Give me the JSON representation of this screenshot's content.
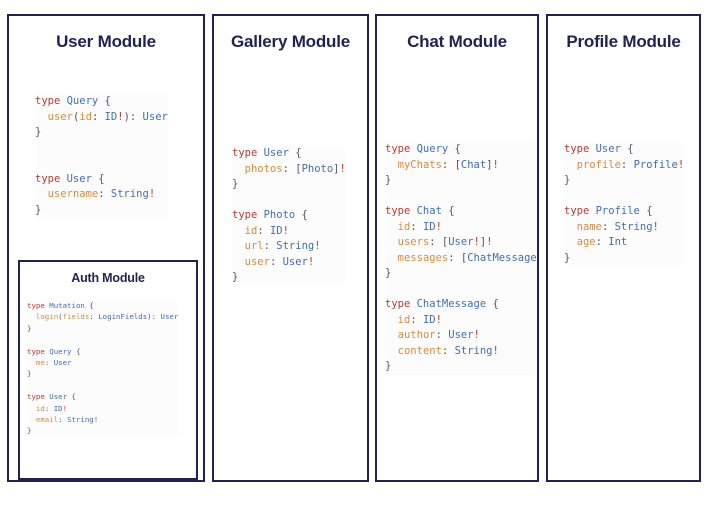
{
  "diagram": {
    "type": "graphql-schema-module-cards",
    "background_color": "#ffffff",
    "border_color": "#1f2257",
    "title_color": "#1f2257",
    "syntax_colors": {
      "keyword": "#c0392b",
      "type_name": "#3f6fb5",
      "field_name": "#d98a3a",
      "punctuation": "#555560",
      "non_null_bang": "#c0392b"
    }
  },
  "cards": {
    "user": {
      "title": "User Module",
      "code_lines": [
        [
          {
            "t": "type ",
            "c": "kw"
          },
          {
            "t": "Query",
            "c": "type"
          },
          {
            "t": " {",
            "c": "punc"
          }
        ],
        [
          {
            "t": "  ",
            "c": "punc"
          },
          {
            "t": "user",
            "c": "field"
          },
          {
            "t": "(",
            "c": "punc"
          },
          {
            "t": "id",
            "c": "field"
          },
          {
            "t": ": ",
            "c": "punc"
          },
          {
            "t": "ID",
            "c": "type"
          },
          {
            "t": "!",
            "c": "bang"
          },
          {
            "t": "): ",
            "c": "punc"
          },
          {
            "t": "User",
            "c": "type"
          }
        ],
        [
          {
            "t": "}",
            "c": "punc"
          }
        ],
        [],
        [],
        [
          {
            "t": "type ",
            "c": "kw"
          },
          {
            "t": "User",
            "c": "type"
          },
          {
            "t": " {",
            "c": "punc"
          }
        ],
        [
          {
            "t": "  ",
            "c": "punc"
          },
          {
            "t": "username",
            "c": "field"
          },
          {
            "t": ": ",
            "c": "punc"
          },
          {
            "t": "String",
            "c": "type"
          },
          {
            "t": "!",
            "c": "bang"
          }
        ],
        [
          {
            "t": "}",
            "c": "punc"
          }
        ]
      ],
      "plain_code": "type Query {\n  user(id: ID!): User\n}\n\n\ntype User {\n  username: String!\n}"
    },
    "auth": {
      "title": "Auth Module",
      "code_lines": [
        [
          {
            "t": "type ",
            "c": "kw"
          },
          {
            "t": "Mutation",
            "c": "type"
          },
          {
            "t": " {",
            "c": "punc"
          }
        ],
        [
          {
            "t": "  ",
            "c": "punc"
          },
          {
            "t": "login",
            "c": "field"
          },
          {
            "t": "(",
            "c": "punc"
          },
          {
            "t": "fields",
            "c": "field"
          },
          {
            "t": ": ",
            "c": "punc"
          },
          {
            "t": "LoginFields",
            "c": "type"
          },
          {
            "t": "): ",
            "c": "punc"
          },
          {
            "t": "User",
            "c": "type"
          }
        ],
        [
          {
            "t": "}",
            "c": "punc"
          }
        ],
        [],
        [
          {
            "t": "type ",
            "c": "kw"
          },
          {
            "t": "Query",
            "c": "type"
          },
          {
            "t": " {",
            "c": "punc"
          }
        ],
        [
          {
            "t": "  ",
            "c": "punc"
          },
          {
            "t": "me",
            "c": "field"
          },
          {
            "t": ": ",
            "c": "punc"
          },
          {
            "t": "User",
            "c": "type"
          }
        ],
        [
          {
            "t": "}",
            "c": "punc"
          }
        ],
        [],
        [
          {
            "t": "type ",
            "c": "kw"
          },
          {
            "t": "User",
            "c": "type"
          },
          {
            "t": " {",
            "c": "punc"
          }
        ],
        [
          {
            "t": "  ",
            "c": "punc"
          },
          {
            "t": "id",
            "c": "field"
          },
          {
            "t": ": ",
            "c": "punc"
          },
          {
            "t": "ID",
            "c": "type"
          },
          {
            "t": "!",
            "c": "bang"
          }
        ],
        [
          {
            "t": "  ",
            "c": "punc"
          },
          {
            "t": "email",
            "c": "field"
          },
          {
            "t": ": ",
            "c": "punc"
          },
          {
            "t": "String",
            "c": "type"
          },
          {
            "t": "!",
            "c": "bang"
          }
        ],
        [
          {
            "t": "}",
            "c": "punc"
          }
        ]
      ],
      "plain_code": "type Mutation {\n  login(fields: LoginFields): User\n}\n\ntype Query {\n  me: User\n}\n\ntype User {\n  id: ID!\n  email: String!\n}"
    },
    "gallery": {
      "title": "Gallery Module",
      "code_lines": [
        [
          {
            "t": "type ",
            "c": "kw"
          },
          {
            "t": "User",
            "c": "type"
          },
          {
            "t": " {",
            "c": "punc"
          }
        ],
        [
          {
            "t": "  ",
            "c": "punc"
          },
          {
            "t": "photos",
            "c": "field"
          },
          {
            "t": ": [",
            "c": "punc"
          },
          {
            "t": "Photo",
            "c": "type"
          },
          {
            "t": "]",
            "c": "punc"
          },
          {
            "t": "!",
            "c": "bang"
          }
        ],
        [
          {
            "t": "}",
            "c": "punc"
          }
        ],
        [],
        [
          {
            "t": "type ",
            "c": "kw"
          },
          {
            "t": "Photo",
            "c": "type"
          },
          {
            "t": " {",
            "c": "punc"
          }
        ],
        [
          {
            "t": "  ",
            "c": "punc"
          },
          {
            "t": "id",
            "c": "field"
          },
          {
            "t": ": ",
            "c": "punc"
          },
          {
            "t": "ID",
            "c": "type"
          },
          {
            "t": "!",
            "c": "bang"
          }
        ],
        [
          {
            "t": "  ",
            "c": "punc"
          },
          {
            "t": "url",
            "c": "field"
          },
          {
            "t": ": ",
            "c": "punc"
          },
          {
            "t": "String",
            "c": "type"
          },
          {
            "t": "!",
            "c": "bang"
          }
        ],
        [
          {
            "t": "  ",
            "c": "punc"
          },
          {
            "t": "user",
            "c": "field"
          },
          {
            "t": ": ",
            "c": "punc"
          },
          {
            "t": "User",
            "c": "type"
          },
          {
            "t": "!",
            "c": "bang"
          }
        ],
        [
          {
            "t": "}",
            "c": "punc"
          }
        ]
      ],
      "plain_code": "type User {\n  photos: [Photo]!\n}\n\ntype Photo {\n  id: ID!\n  url: String!\n  user: User!\n}"
    },
    "chat": {
      "title": "Chat Module",
      "code_lines": [
        [
          {
            "t": "type ",
            "c": "kw"
          },
          {
            "t": "Query",
            "c": "type"
          },
          {
            "t": " {",
            "c": "punc"
          }
        ],
        [
          {
            "t": "  ",
            "c": "punc"
          },
          {
            "t": "myChats",
            "c": "field"
          },
          {
            "t": ": [",
            "c": "punc"
          },
          {
            "t": "Chat",
            "c": "type"
          },
          {
            "t": "]",
            "c": "punc"
          },
          {
            "t": "!",
            "c": "bang"
          }
        ],
        [
          {
            "t": "}",
            "c": "punc"
          }
        ],
        [],
        [
          {
            "t": "type ",
            "c": "kw"
          },
          {
            "t": "Chat",
            "c": "type"
          },
          {
            "t": " {",
            "c": "punc"
          }
        ],
        [
          {
            "t": "  ",
            "c": "punc"
          },
          {
            "t": "id",
            "c": "field"
          },
          {
            "t": ": ",
            "c": "punc"
          },
          {
            "t": "ID",
            "c": "type"
          },
          {
            "t": "!",
            "c": "bang"
          }
        ],
        [
          {
            "t": "  ",
            "c": "punc"
          },
          {
            "t": "users",
            "c": "field"
          },
          {
            "t": ": [",
            "c": "punc"
          },
          {
            "t": "User",
            "c": "type"
          },
          {
            "t": "!",
            "c": "bang"
          },
          {
            "t": "]",
            "c": "punc"
          },
          {
            "t": "!",
            "c": "bang"
          }
        ],
        [
          {
            "t": "  ",
            "c": "punc"
          },
          {
            "t": "messages",
            "c": "field"
          },
          {
            "t": ": [",
            "c": "punc"
          },
          {
            "t": "ChatMessage",
            "c": "type"
          },
          {
            "t": "]",
            "c": "punc"
          },
          {
            "t": "!",
            "c": "bang"
          }
        ],
        [
          {
            "t": "}",
            "c": "punc"
          }
        ],
        [],
        [
          {
            "t": "type ",
            "c": "kw"
          },
          {
            "t": "ChatMessage",
            "c": "type"
          },
          {
            "t": " {",
            "c": "punc"
          }
        ],
        [
          {
            "t": "  ",
            "c": "punc"
          },
          {
            "t": "id",
            "c": "field"
          },
          {
            "t": ": ",
            "c": "punc"
          },
          {
            "t": "ID",
            "c": "type"
          },
          {
            "t": "!",
            "c": "bang"
          }
        ],
        [
          {
            "t": "  ",
            "c": "punc"
          },
          {
            "t": "author",
            "c": "field"
          },
          {
            "t": ": ",
            "c": "punc"
          },
          {
            "t": "User",
            "c": "type"
          },
          {
            "t": "!",
            "c": "bang"
          }
        ],
        [
          {
            "t": "  ",
            "c": "punc"
          },
          {
            "t": "content",
            "c": "field"
          },
          {
            "t": ": ",
            "c": "punc"
          },
          {
            "t": "String",
            "c": "type"
          },
          {
            "t": "!",
            "c": "bang"
          }
        ],
        [
          {
            "t": "}",
            "c": "punc"
          }
        ]
      ],
      "plain_code": "type Query {\n  myChats: [Chat]!\n}\n\ntype Chat {\n  id: ID!\n  users: [User!]!\n  messages: [ChatMessage]!\n}\n\ntype ChatMessage {\n  id: ID!\n  author: User!\n  content: String!\n}"
    },
    "profile": {
      "title": "Profile Module",
      "code_lines": [
        [
          {
            "t": "type ",
            "c": "kw"
          },
          {
            "t": "User",
            "c": "type"
          },
          {
            "t": " {",
            "c": "punc"
          }
        ],
        [
          {
            "t": "  ",
            "c": "punc"
          },
          {
            "t": "profile",
            "c": "field"
          },
          {
            "t": ": ",
            "c": "punc"
          },
          {
            "t": "Profile",
            "c": "type"
          },
          {
            "t": "!",
            "c": "bang"
          }
        ],
        [
          {
            "t": "}",
            "c": "punc"
          }
        ],
        [],
        [
          {
            "t": "type ",
            "c": "kw"
          },
          {
            "t": "Profile",
            "c": "type"
          },
          {
            "t": " {",
            "c": "punc"
          }
        ],
        [
          {
            "t": "  ",
            "c": "punc"
          },
          {
            "t": "name",
            "c": "field"
          },
          {
            "t": ": ",
            "c": "punc"
          },
          {
            "t": "String",
            "c": "type"
          },
          {
            "t": "!",
            "c": "bang"
          }
        ],
        [
          {
            "t": "  ",
            "c": "punc"
          },
          {
            "t": "age",
            "c": "field"
          },
          {
            "t": ": ",
            "c": "punc"
          },
          {
            "t": "Int",
            "c": "type"
          }
        ],
        [
          {
            "t": "}",
            "c": "punc"
          }
        ]
      ],
      "plain_code": "type User {\n  profile: Profile!\n}\n\ntype Profile {\n  name: String!\n  age: Int\n}"
    }
  }
}
